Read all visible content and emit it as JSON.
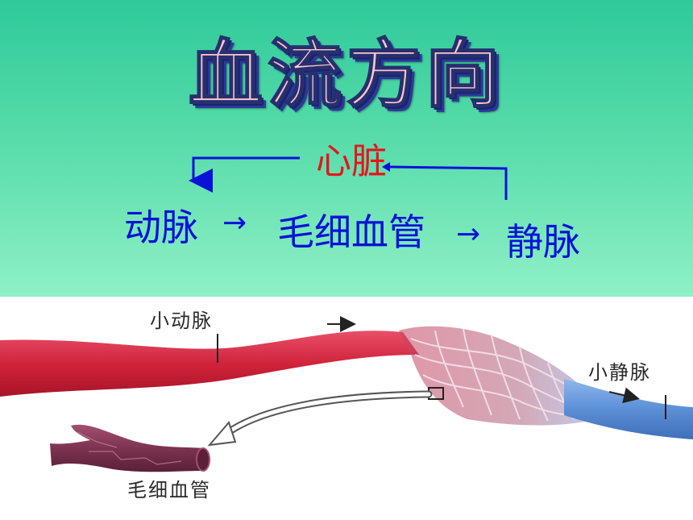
{
  "title": "血流方向",
  "flow": {
    "heart": "心脏",
    "artery": "动脉",
    "capillary": "毛细血管",
    "vein": "静脉",
    "arrow": "→"
  },
  "illustration": {
    "small_artery": "小动脉",
    "small_vein": "小静脉",
    "capillary": "毛细血管"
  },
  "colors": {
    "background_top": "#3fd3a0",
    "title_fill": "#ffc6cf",
    "title_shadow": "#1b2270",
    "heart_text": "#e8131b",
    "flow_text": "#0a12d8",
    "artery_red": "#d8283f",
    "vein_blue": "#5b8fd6",
    "capillary_pink": "#b5566f"
  }
}
